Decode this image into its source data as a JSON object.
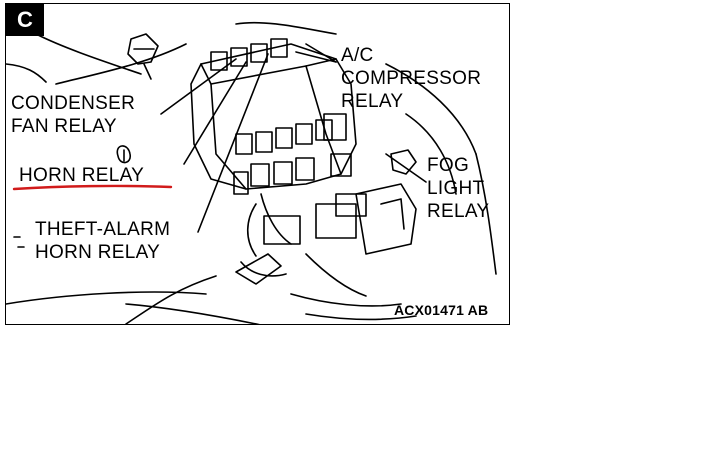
{
  "figure": {
    "badge": "C",
    "ref_code": "ACX01471 AB",
    "labels": {
      "condenser_fan_relay": [
        "CONDENSER",
        "FAN RELAY"
      ],
      "horn_relay": [
        "HORN RELAY"
      ],
      "theft_alarm_horn_relay": [
        "THEFT-ALARM",
        "HORN RELAY"
      ],
      "ac_compressor_relay": [
        "A/C",
        "COMPRESSOR",
        "RELAY"
      ],
      "fog_light_relay": [
        "FOG",
        "LIGHT",
        "RELAY"
      ]
    },
    "colors": {
      "line": "#000000",
      "highlight": "#d11b1b"
    }
  }
}
